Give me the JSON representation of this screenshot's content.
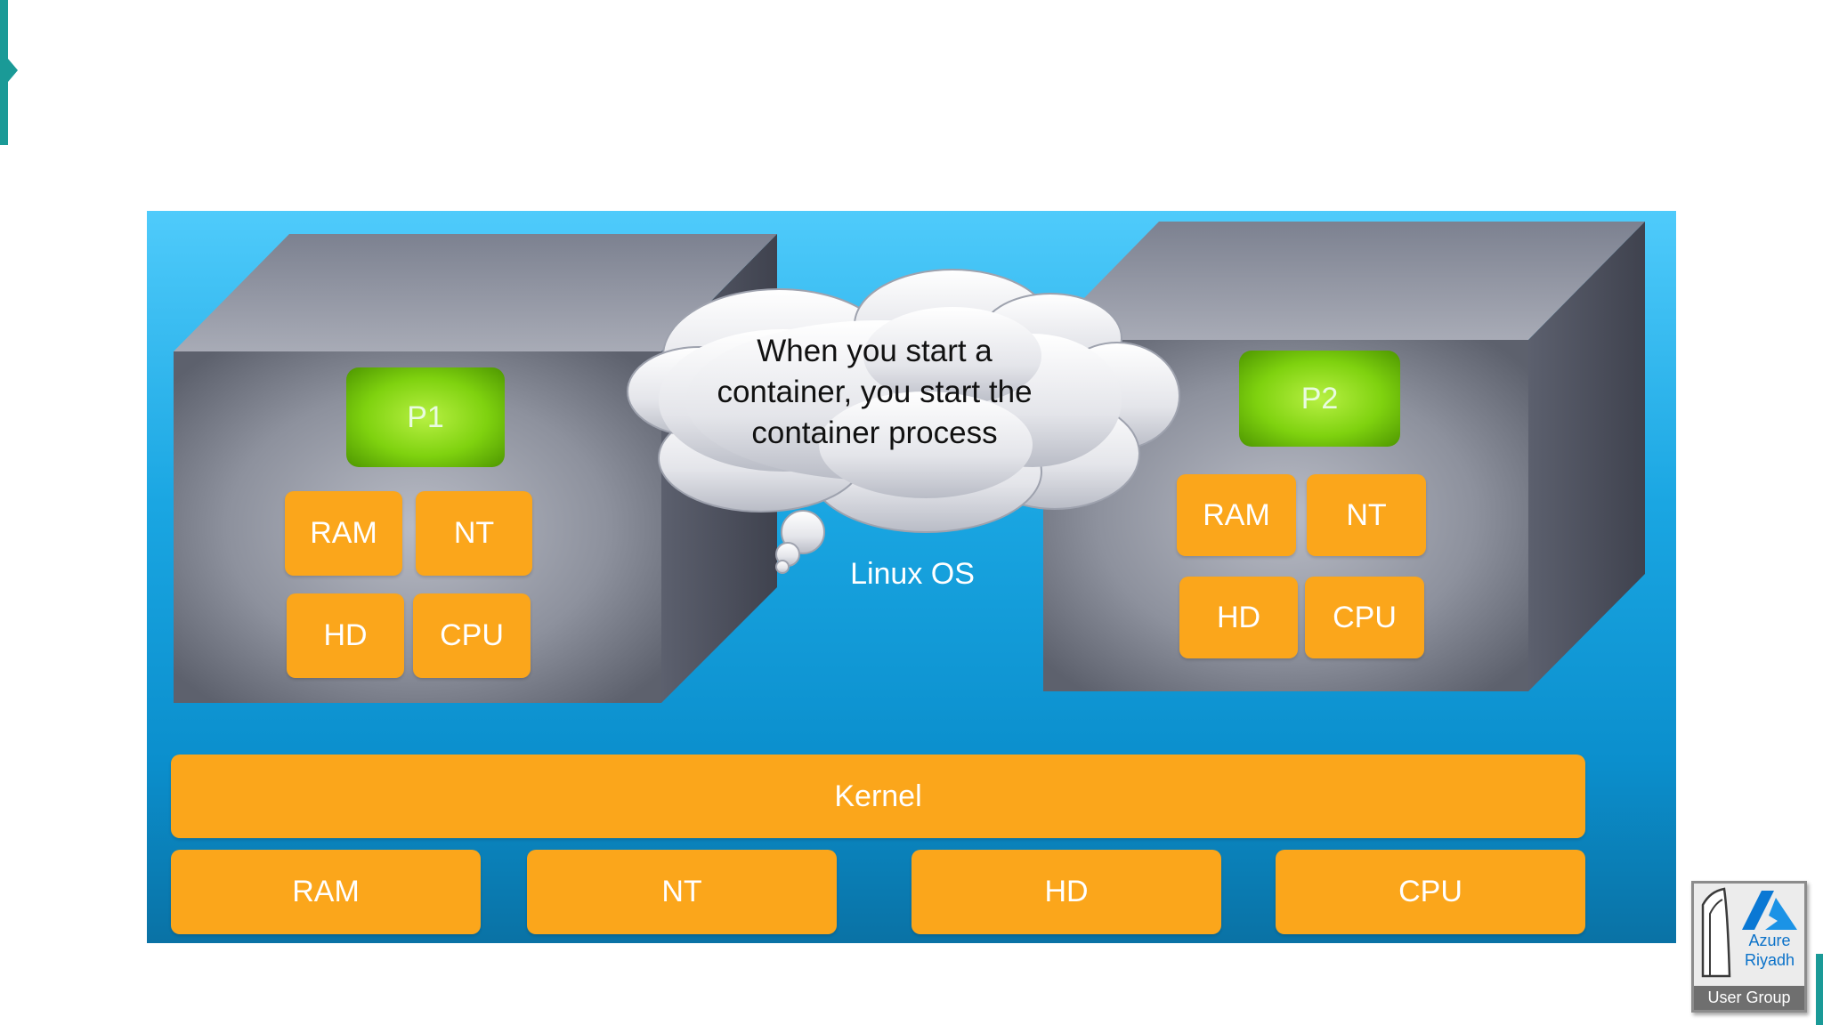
{
  "cloud": {
    "line1": "When you start a",
    "line2": "container, you start the",
    "line3": "container process"
  },
  "os_label": "Linux OS",
  "containers": [
    {
      "process": "P1",
      "resources": [
        "RAM",
        "NT",
        "HD",
        "CPU"
      ]
    },
    {
      "process": "P2",
      "resources": [
        "RAM",
        "NT",
        "HD",
        "CPU"
      ]
    }
  ],
  "kernel": "Kernel",
  "hardware": [
    "RAM",
    "NT",
    "HD",
    "CPU"
  ],
  "logo": {
    "line1": "Azure",
    "line2": "Riyadh",
    "line3": "User Group"
  },
  "colors": {
    "accent": "#1a9a97",
    "orange": "#fba61b",
    "panel_top": "#4fcbfb",
    "panel_bottom": "#0a72a5",
    "process_green": "#7fd20f"
  }
}
